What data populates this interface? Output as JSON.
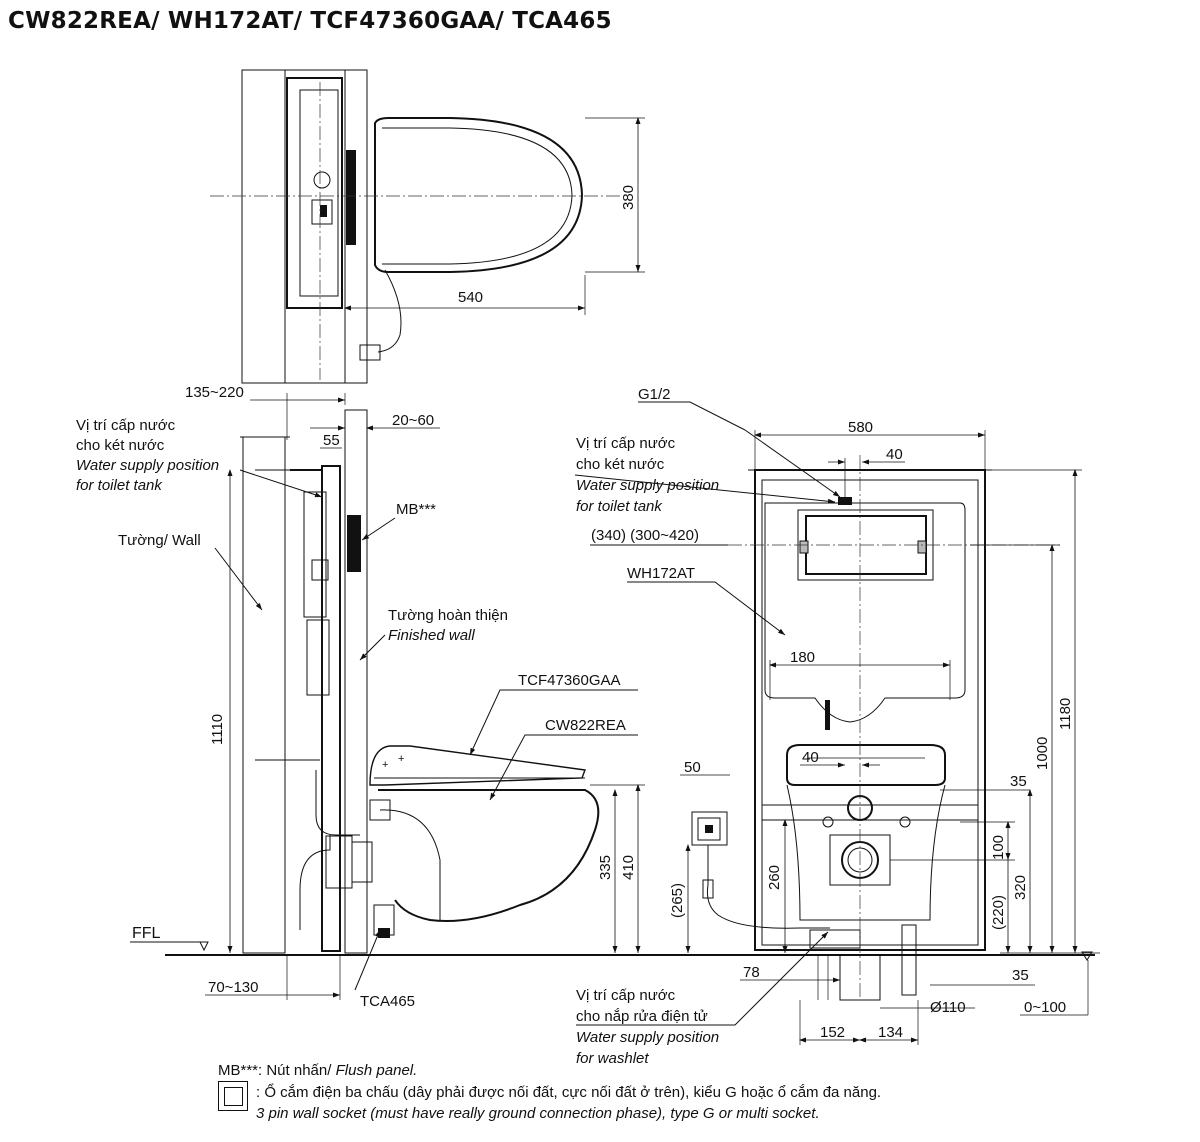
{
  "title": "CW822REA/ WH172AT/ TCF47360GAA/ TCA465",
  "labels": {
    "supply_tank_vi_1": "Vị trí cấp nước",
    "supply_tank_vi_2": "cho két nước",
    "supply_tank_en_1": "Water supply position",
    "supply_tank_en_2": "for toilet tank",
    "wall": "Tường/ Wall",
    "mb": "MB***",
    "finished_wall_vi": "Tường hoàn thiện",
    "finished_wall_en": "Finished wall",
    "seat_model": "TCF47360GAA",
    "bowl_model": "CW822REA",
    "frame_model": "WH172AT",
    "bend_model": "TCA465",
    "ffl": "FFL",
    "g12": "G1/2",
    "supply_washlet_vi_1": "Vị trí cấp nước",
    "supply_washlet_vi_2": "cho nắp rửa điện tử",
    "supply_washlet_en_1": "Water supply position",
    "supply_washlet_en_2": "for washlet"
  },
  "dimensions": {
    "top_depth": "540",
    "top_width": "380",
    "wall_gap": "135~220",
    "finish": "20~60",
    "d55": "55",
    "h1110": "1110",
    "h335": "335",
    "h410": "410",
    "b70_130": "70~130",
    "w580": "580",
    "d40_top": "40",
    "d340": "(340) (300~420)",
    "d180": "180",
    "d40_mid": "40",
    "d50": "50",
    "d35_top": "35",
    "h100": "100",
    "h260": "260",
    "h265": "(265)",
    "h220": "(220)",
    "h320": "320",
    "h1000": "1000",
    "h1180": "1180",
    "d78": "78",
    "d35_bot": "35",
    "d110": "Ø110",
    "d0_100": "0~100",
    "d152": "152",
    "d134": "134"
  },
  "legend": {
    "mb_code": "MB***",
    "mb_vi": ": Nút nhấn/ ",
    "mb_en": "Flush panel.",
    "socket_vi": ": Ổ cắm điện ba chấu (dây phải được nối đất, cực nối đất ở trên), kiểu G hoặc ổ cắm đa năng.",
    "socket_en": "3 pin wall socket (must have really ground connection phase), type G or multi socket."
  }
}
